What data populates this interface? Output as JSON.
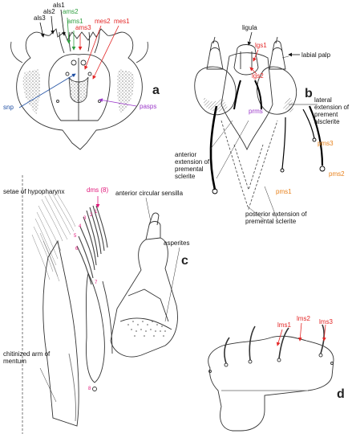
{
  "colors": {
    "ink": "#333333",
    "black": "#000000",
    "green": "#2e9e3f",
    "red": "#e32626",
    "blue": "#1f4fa3",
    "purple": "#9b38c9",
    "magenta": "#e0177a",
    "orange": "#e8801a"
  },
  "panel_a": {
    "letter": "a",
    "labels": {
      "als1": "als1",
      "als2": "als2",
      "als3": "als3",
      "ams1": "ams1",
      "ams2": "ams2",
      "ams3": "ams3",
      "mes1": "mes1",
      "mes2": "mes2",
      "snp": "snp",
      "pasps": "pasps"
    }
  },
  "panel_b": {
    "letter": "b",
    "labels": {
      "ligula": "ligula",
      "lgs1": "lgs1",
      "lgs2": "lgs2",
      "labial_palp": "labial palp",
      "lateral_ext": "lateral extension of prement alsclerite",
      "prms": "prms",
      "anterior_ext": "anterior extension of premental sclerite",
      "pms1": "pms1",
      "pms2": "pms2",
      "pms3": "pms3",
      "posterior_ext": "posterior extension of premental sclerite"
    }
  },
  "panel_c": {
    "letter": "c",
    "labels": {
      "dms": "dms (8)",
      "nums": [
        "1",
        "2",
        "3",
        "4",
        "5",
        "6",
        "7",
        "8"
      ],
      "anterior_sensilla": "anterior circular sensilla",
      "setae_hypopharynx": "setae of hypopharynx",
      "asperites": "asperites",
      "chitinized_arm": "chitinized arm of mentum"
    }
  },
  "panel_d": {
    "letter": "d",
    "labels": {
      "lms1": "lms1",
      "lms2": "lms2",
      "lms3": "lms3"
    }
  }
}
